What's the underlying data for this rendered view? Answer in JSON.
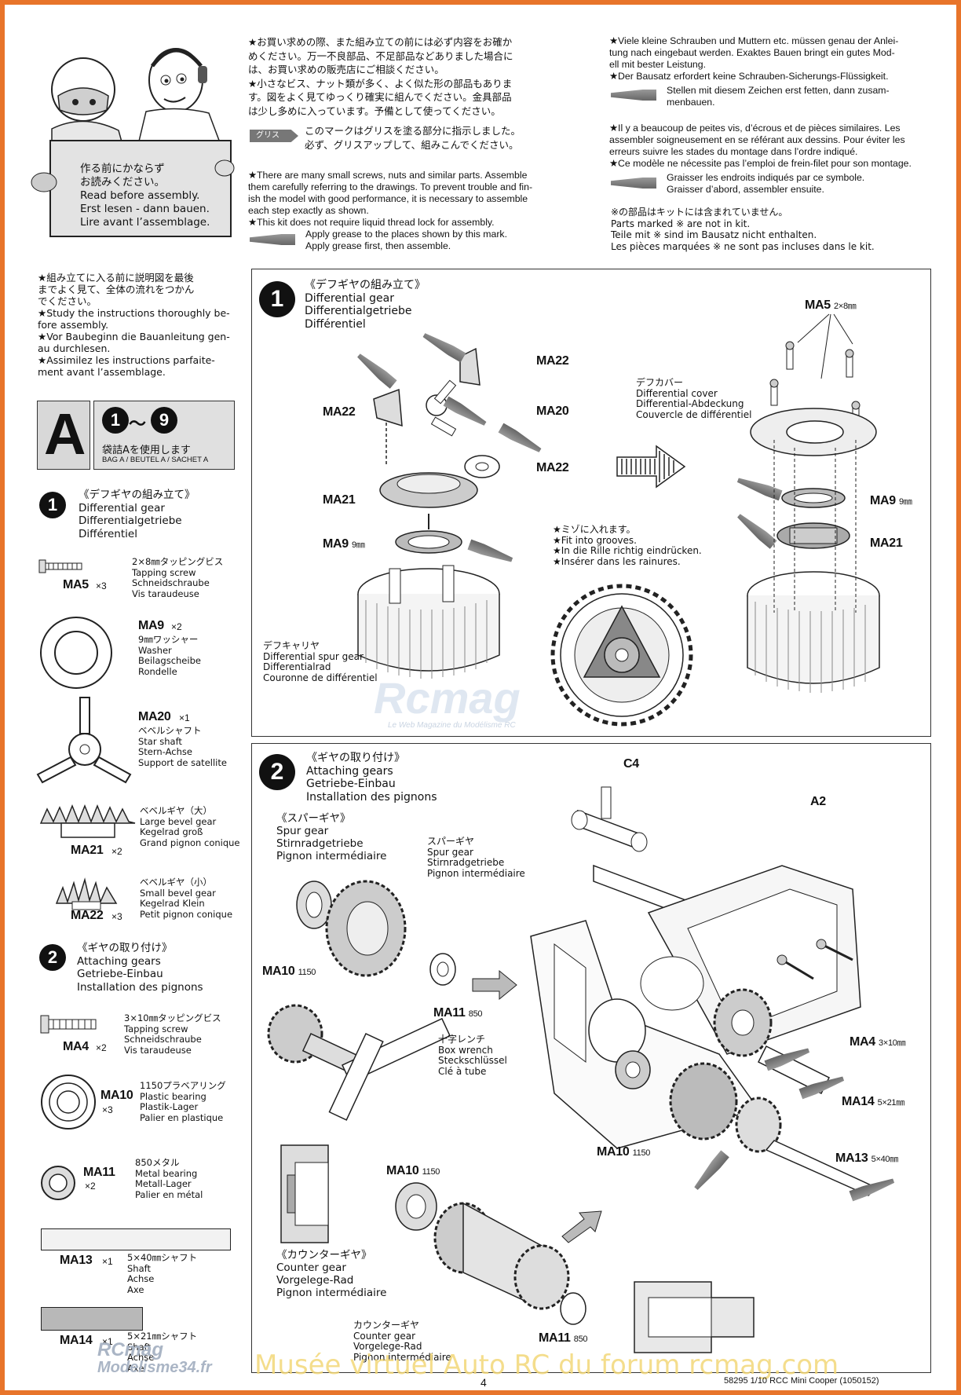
{
  "intro": {
    "sign_text": "作る前にかならず\nお読みください。\nRead before assembly.\nErst lesen - dann bauen.\nLire avant l’assemblage.",
    "jp_notes": "★お買い求めの際、また組み立ての前には必ず内容をお確か\nめください。万一不良部品、不足部品などありました場合に\nは、お買い求めの販売店にご相談ください。\n★小さなビス、ナット類が多く、よく似た形の部品もありま\nす。図をよく見てゆっくり確実に組んでください。金具部品\nは少し多めに入っています。予備として使ってください。",
    "grease_tag": "グリス",
    "jp_grease": "このマークはグリスを塗る部分に指示しました。\n必ず、グリスアップして、組みこんでください。",
    "en_notes": "★There are many small screws, nuts and similar parts. Assemble\nthem carefully referring to the drawings. To prevent trouble and fin-\nish the model with good performance, it is necessary to assemble\neach step exactly as shown.\n★This kit does not require liquid thread lock for assembly.",
    "en_grease": "Apply grease to the places shown by this mark.\nApply grease first, then assemble.",
    "de_notes": "★Viele kleine Schrauben und Muttern etc. müssen genau der Anlei-\ntung nach eingebaut werden. Exaktes Bauen bringt ein gutes Mod-\nell mit bester Leistung.\n★Der Bausatz erfordert keine Schrauben-Sicherungs-Flüssigkeit.",
    "de_grease": "Stellen mit diesem Zeichen erst fetten, dann zusam-\nmenbauen.",
    "fr_notes": "★Il y a beaucoup de peites vis, d’écrous et de pièces similaires. Les\nassembler soigneusement en se référant aux dessins. Pour éviter les\nerreurs suivre les stades du montage dans l’ordre indiqué.\n★Ce modèle ne nécessite pas l’emploi de frein-filet pour son montage.",
    "fr_grease": "Graisser les endroits indiqués par ce symbole.\nGraisser d’abord, assembler ensuite.",
    "parts_not_in_kit": "※の部品はキットには含まれていません。\nParts marked ※ are not in kit.\nTeile mit ※ sind im Bausatz nicht enthalten.\nLes pièces marquées ※ ne sont pas incluses dans le kit."
  },
  "sidebar": {
    "study_note": "★組み立てに入る前に説明図を最後\nまでよく見て、全体の流れをつかん\nでください。\n★Study the instructions thoroughly be-\nfore assembly.\n★Vor Baubeginn die Bauanleitung gen-\nau durchlesen.\n★Assimilez les instructions parfaite-\nment avant l’assemblage.",
    "bag_letter": "A",
    "bag_from": "1",
    "bag_tilde": "～",
    "bag_to": "9",
    "bag_jp": "袋詰Aを使用します",
    "bag_en": "BAG A / BEUTEL A / SACHET A",
    "step1_num": "1",
    "step1_title": "《デフギヤの組み立て》\nDifferential gear\nDifferentialgetriebe\nDifférentiel",
    "step2_num": "2",
    "step2_title": "《ギヤの取り付け》\nAttaching gears\nGetriebe-Einbau\nInstallation des pignons",
    "parts": [
      {
        "code": "MA5",
        "qty": "×3",
        "desc": "2×8㎜タッピングビス\nTapping screw\nSchneidschraube\nVis taraudeuse"
      },
      {
        "code": "MA9",
        "qty": "×2",
        "desc": "9㎜ワッシャー\nWasher\nBeilagscheibe\nRondelle"
      },
      {
        "code": "MA20",
        "qty": "×1",
        "desc": "ベベルシャフト\nStar shaft\nStern-Achse\nSupport de satellite"
      },
      {
        "code": "MA21",
        "qty": "×2",
        "desc": "ベベルギヤ（大）\nLarge bevel gear\nKegelrad groß\nGrand pignon conique"
      },
      {
        "code": "MA22",
        "qty": "×3",
        "desc": "ベベルギヤ（小）\nSmall bevel gear\nKegelrad Klein\nPetit pignon conique"
      },
      {
        "code": "MA4",
        "qty": "×2",
        "desc": "3×10㎜タッピングビス\nTapping screw\nSchneidschraube\nVis taraudeuse"
      },
      {
        "code": "MA10",
        "qty": "×3",
        "desc": "1150プラベアリング\nPlastic bearing\nPlastik-Lager\nPalier en plastique"
      },
      {
        "code": "MA11",
        "qty": "×2",
        "desc": "850メタル\nMetal bearing\nMetall-Lager\nPalier en métal"
      },
      {
        "code": "MA13",
        "qty": "×1",
        "desc": "5×40㎜シャフト\nShaft\nAchse\nAxe"
      },
      {
        "code": "MA14",
        "qty": "×1",
        "desc": "5×21㎜シャフト\nShaft\nAchse\nAxe"
      }
    ]
  },
  "step1": {
    "num": "1",
    "title": "《デフギヤの組み立て》\nDifferential gear\nDifferentialgetriebe\nDifférentiel",
    "labels": {
      "ma22_top": "MA22",
      "ma22_left": "MA22",
      "ma20": "MA20",
      "ma22_right": "MA22",
      "ma21_left": "MA21",
      "ma9_left": "MA9",
      "ma9_left_size": "9㎜",
      "ma5": "MA5",
      "ma5_size": "2×8㎜",
      "ma9_right": "MA9",
      "ma9_right_size": "9㎜",
      "ma21_right": "MA21"
    },
    "diff_cover": "デフカバー\nDifferential cover\nDifferential-Abdeckung\nCouvercle de différentiel",
    "grooves_note": "★ミゾに入れます。\n★Fit into grooves.\n★In die Rille richtig eindrücken.\n★Insérer dans les rainures.",
    "spur_gear": "デフキャリヤ\nDifferential spur gear\nDifferentialrad\nCouronne de différentiel"
  },
  "step2": {
    "num": "2",
    "title": "《ギヤの取り付け》\nAttaching gears\nGetriebe-Einbau\nInstallation des pignons",
    "spur_heading": "《スパーギヤ》\nSpur gear\nStirnradgetriebe\nPignon intermédiaire",
    "spur_label": "スパーギヤ\nSpur gear\nStirnradgetriebe\nPignon intermédiaire",
    "box_wrench": "十字レンチ\nBox wrench\nSteckschlüssel\nClé à tube",
    "counter_heading": "《カウンターギヤ》\nCounter gear\nVorgelege-Rad\nPignon intermédiaire",
    "counter_label": "カウンターギヤ\nCounter gear\nVorgelege-Rad\nPignon intermédiaire",
    "labels": {
      "c4": "C4",
      "a2": "A2",
      "ma10_a": "MA10",
      "ma10_a_size": "1150",
      "ma11_a": "MA11",
      "ma11_a_size": "850",
      "ma4": "MA4",
      "ma4_size": "3×10㎜",
      "ma14": "MA14",
      "ma14_size": "5×21㎜",
      "ma10_b": "MA10",
      "ma10_b_size": "1150",
      "ma13": "MA13",
      "ma13_size": "5×40㎜",
      "ma10_c": "MA10",
      "ma10_c_size": "1150",
      "ma11_b": "MA11",
      "ma11_b_size": "850"
    }
  },
  "watermarks": {
    "center": "Rcmag",
    "center_sub": "Le Web Magazine du Modélisme RC",
    "bottom": "Musée virtuel Auto RC du forum rcmag.com",
    "logo1": "RCmag",
    "logo2": "Modelisme34.fr"
  },
  "footer": {
    "page_number": "4",
    "code": "58295  1/10 RCC Mini Cooper (1050152)"
  },
  "colors": {
    "frame": "#e8742a",
    "watermark_text": "#f3d878"
  }
}
